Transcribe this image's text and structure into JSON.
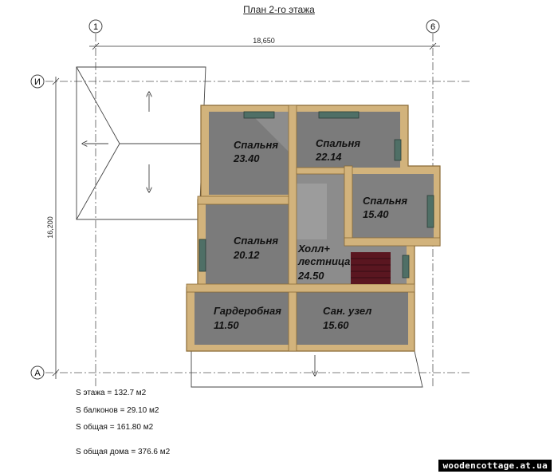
{
  "title": "План 2-го этажа",
  "axes": {
    "top_left": "1",
    "top_right": "6",
    "left_top": "И",
    "left_bottom": "А",
    "width_dim": "18,650",
    "height_dim": "16,200"
  },
  "rooms": [
    {
      "name": "Спальня",
      "area": "23.40"
    },
    {
      "name": "Спальня",
      "area": "22.14"
    },
    {
      "name": "Спальня",
      "area": "15.40"
    },
    {
      "name": "Спальня",
      "area": "20.12"
    },
    {
      "name": "Холл+",
      "name2": "лестница",
      "area": "24.50"
    },
    {
      "name": "Гардеробная",
      "area": "11.50"
    },
    {
      "name": "Сан. узел",
      "area": "15.60"
    }
  ],
  "stats": [
    "S этажа = 132.7 м2",
    "S балконов = 29.10 м2",
    "S общая = 161.80 м2",
    "S общая дома = 376.6 м2"
  ],
  "watermark": "woodencottage.at.ua",
  "colors": {
    "wood": "#d2b37c",
    "wood_dark": "#a8874f",
    "floor": "#7b7b7b",
    "floor_light": "#9a9a9a",
    "line": "#444444",
    "stair": "#5a1620"
  }
}
